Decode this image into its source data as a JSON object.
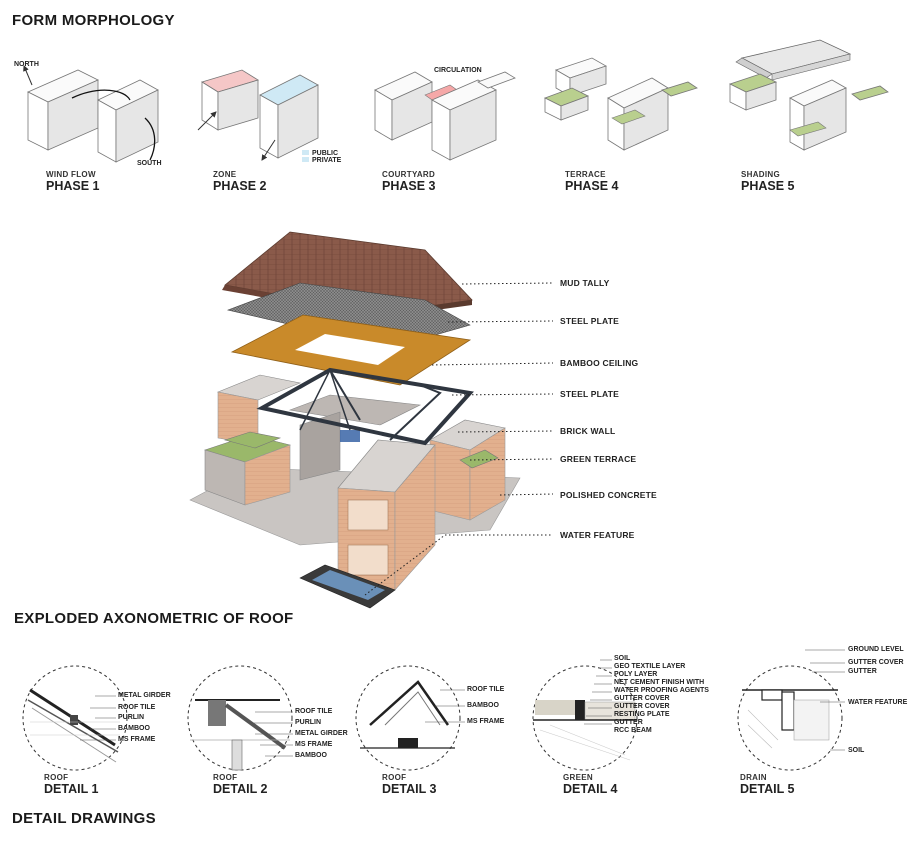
{
  "titles": {
    "form_morphology": "FORM MORPHOLOGY",
    "exploded": "EXPLODED AXONOMETRIC OF ROOF",
    "detail_drawings": "DETAIL DRAWINGS"
  },
  "phases": [
    {
      "sub": "WIND FLOW",
      "name": "PHASE 1"
    },
    {
      "sub": "ZONE",
      "name": "PHASE 2"
    },
    {
      "sub": "COURTYARD",
      "name": "PHASE 3"
    },
    {
      "sub": "TERRACE",
      "name": "PHASE 4"
    },
    {
      "sub": "SHADING",
      "name": "PHASE 5"
    }
  ],
  "phase_labels": {
    "north": "NORTH",
    "south": "SOUTH",
    "public": "PUBLIC",
    "private": "PRIVATE",
    "circulation": "CIRCULATION"
  },
  "layers": [
    "MUD TALLY",
    "STEEL PLATE",
    "BAMBOO CEILING",
    "STEEL PLATE",
    "BRICK WALL",
    "GREEN TERRACE",
    "POLISHED CONCRETE",
    "WATER FEATURE"
  ],
  "details": [
    {
      "sub": "ROOF",
      "name": "DETAIL 1",
      "labels": [
        "METAL GIRDER",
        "ROOF TILE",
        "PURLIN",
        "BAMBOO",
        "MS FRAME"
      ]
    },
    {
      "sub": "ROOF",
      "name": "DETAIL 2",
      "labels": [
        "ROOF TILE",
        "PURLIN",
        "METAL GIRDER",
        "MS FRAME",
        "BAMBOO"
      ]
    },
    {
      "sub": "ROOF",
      "name": "DETAIL 3",
      "labels": [
        "ROOF TILE",
        "BAMBOO",
        "MS FRAME"
      ]
    },
    {
      "sub": "GREEN",
      "name": "DETAIL 4",
      "labels": [
        "SOIL",
        "GEO TEXTILE LAYER",
        "POLY LAYER",
        "NET CEMENT FINISH WITH",
        "WATER PROOFING AGENTS",
        "GUTTER COVER",
        "GUTTER COVER",
        "RESTING PLATE",
        "GUTTER",
        "RCC BEAM"
      ]
    },
    {
      "sub": "DRAIN",
      "name": "DETAIL 5",
      "labels": [
        "GROUND LEVEL",
        "GUTTER COVER",
        "GUTTER",
        "WATER FEATURE",
        "SOIL"
      ]
    }
  ],
  "colors": {
    "roof_tile": "#8a5a4a",
    "steel_mesh": "#6e6e6e",
    "bamboo": "#c98a2a",
    "brick": "#e2b08e",
    "green": "#9ab86a",
    "concrete": "#c9c5c2",
    "frame": "#2f3640",
    "public_zone": "#cfe9f5",
    "private_zone": "#f5c7c7"
  }
}
